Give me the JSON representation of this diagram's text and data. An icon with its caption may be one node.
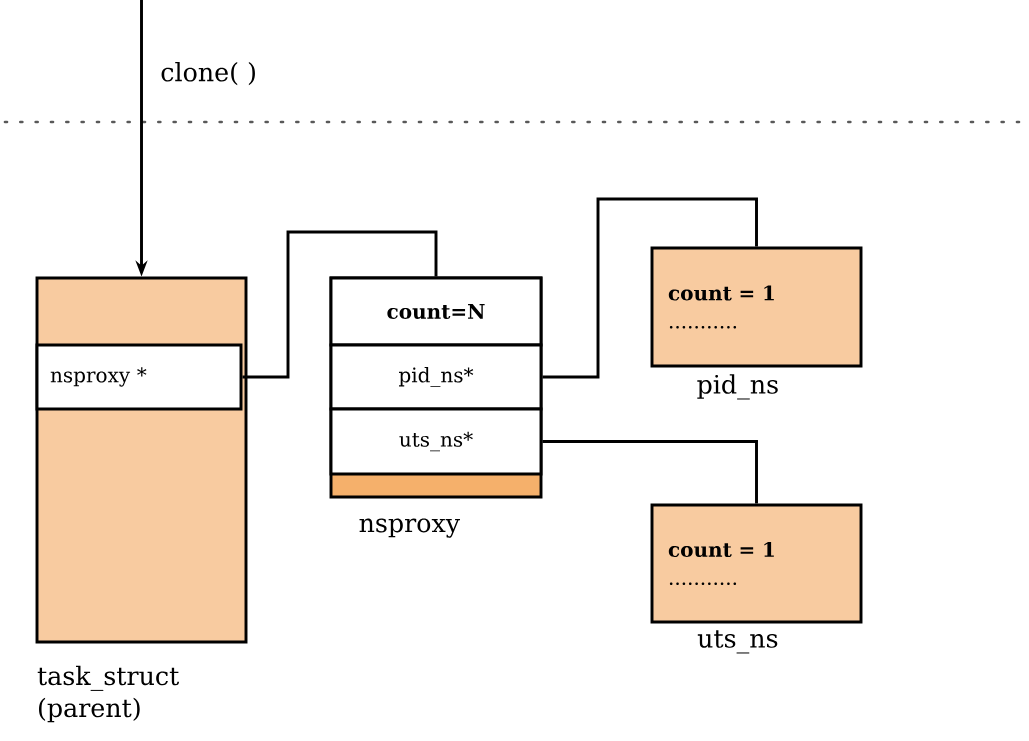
{
  "diagram": {
    "nodes": [
      {
        "text": [
          "task_struct (parent)"
        ]
      },
      {
        "text": [
          "nsproxy *"
        ],
        "in": 0
      },
      {
        "text": [
          "nsproxy"
        ]
      },
      {
        "text": [
          "count=N"
        ],
        "in": 2
      },
      {
        "text": [
          "pid_ns*"
        ],
        "in": 2
      },
      {
        "text": [
          "uts_ns*"
        ],
        "in": 2
      },
      {
        "text": [
          "count = 1",
          "...........",
          "pid_ns"
        ]
      },
      {
        "text": [
          "count = 1",
          "...........",
          "uts_ns"
        ]
      }
    ],
    "edges": [
      {
        "from": null,
        "to": 0,
        "arrow": "to",
        "label": "clone( )"
      },
      {
        "from": 1,
        "to": 2,
        "arrow": "none"
      },
      {
        "from": 4,
        "to": 6,
        "arrow": "none"
      },
      {
        "from": 5,
        "to": 7,
        "arrow": "none"
      }
    ]
  }
}
